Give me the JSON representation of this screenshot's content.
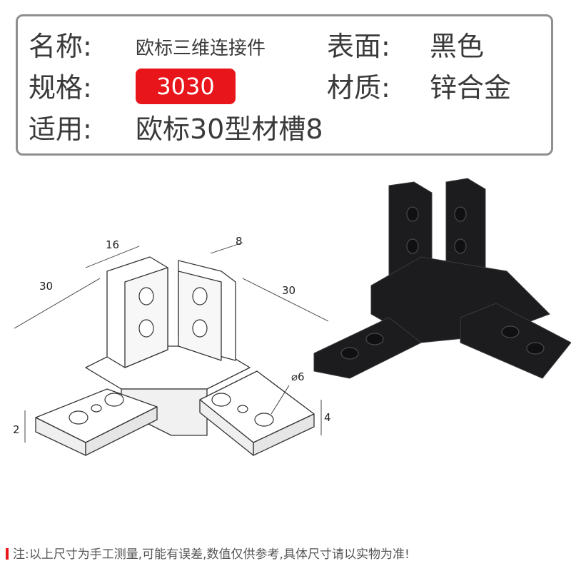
{
  "spec": {
    "name_label": "名称:",
    "name_value": "欧标三维连接件",
    "surface_label": "表面:",
    "surface_value": "黑色",
    "size_label": "规格:",
    "size_value": "3030",
    "material_label": "材质:",
    "material_value": "锌合金",
    "apply_label": "适用:",
    "apply_value": "欧标30型材槽8"
  },
  "drawing": {
    "dim_16": "16",
    "dim_8": "8",
    "dim_30_left": "30",
    "dim_30_right": "30",
    "dim_hole": "⌀6",
    "dim_2": "2",
    "dim_4": "4"
  },
  "note": "注:以上尺寸为手工测量,可能有误差,数值仅供参考,具体尺寸请以实物为准!",
  "colors": {
    "badge": "#e8161b",
    "border": "#8f8f8f",
    "product": "#1c1c1e"
  }
}
